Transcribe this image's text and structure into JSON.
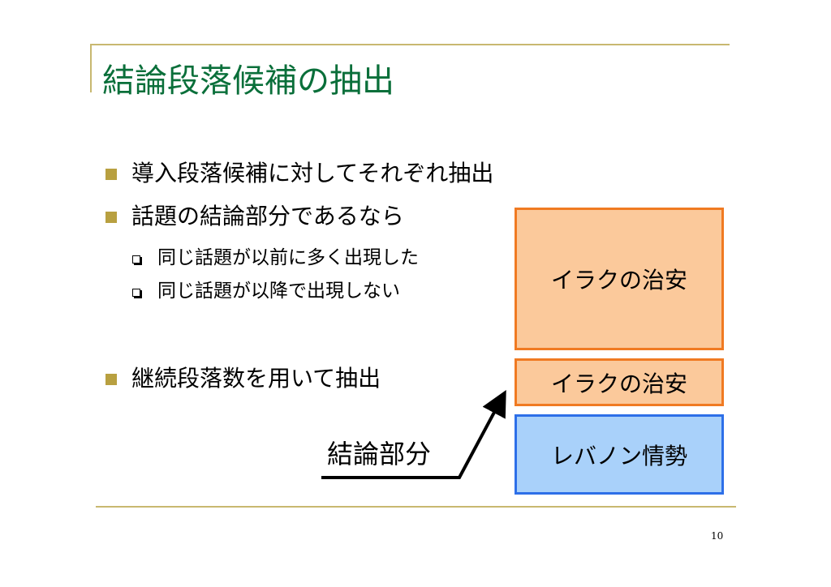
{
  "slide": {
    "title": "結論段落候補の抽出",
    "bullets": [
      "導入段落候補に対してそれぞれ抽出",
      "話題の結論部分であるなら",
      "継続段落数を用いて抽出"
    ],
    "sub_bullets": [
      "同じ話題が以前に多く出現した",
      "同じ話題が以降で出現しない"
    ],
    "diagram": {
      "box_large": "イラクの治安",
      "box_small": "イラクの治安",
      "box_blue": "レバノン情勢",
      "conclusion_label": "結論部分"
    },
    "page_number": "10"
  },
  "colors": {
    "title": "#0a6f3a",
    "bullet_square": "#b8a040",
    "frame_line": "#c8b870",
    "orange_fill": "#fbc99b",
    "orange_border": "#f07a22",
    "blue_fill": "#a9d1fa",
    "blue_border": "#2d6fe8"
  }
}
